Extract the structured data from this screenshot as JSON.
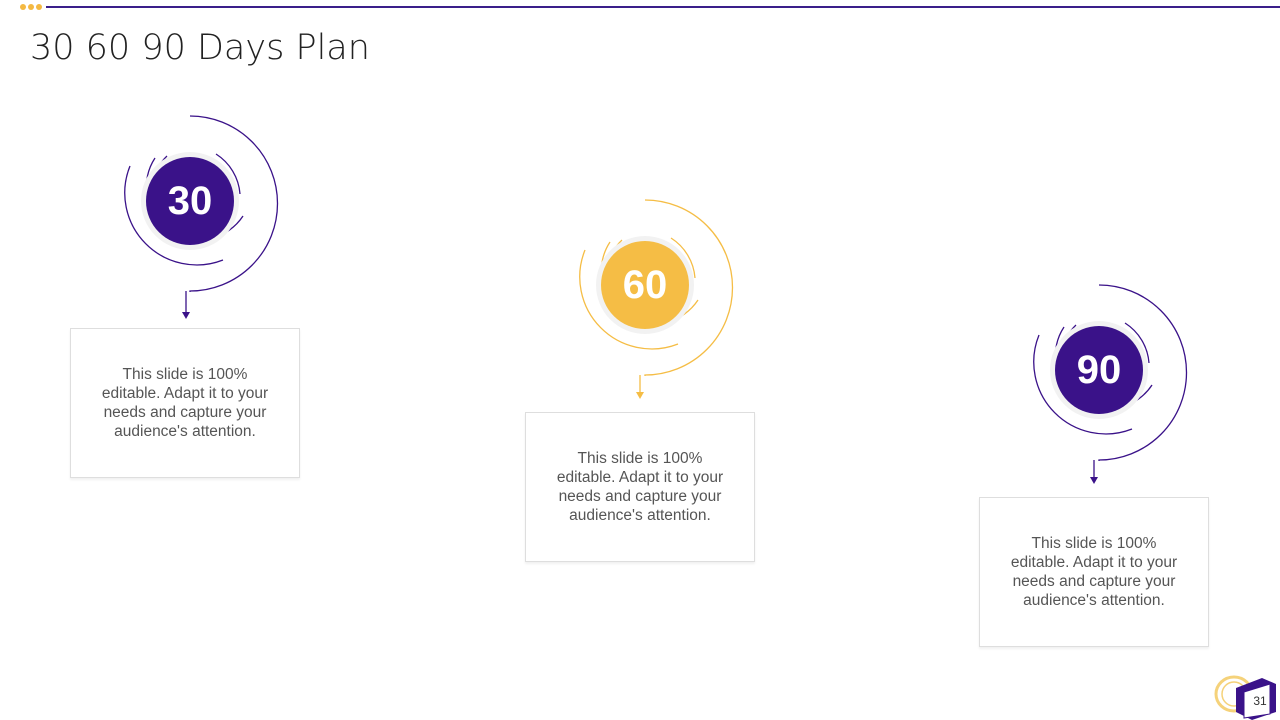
{
  "slide": {
    "title": "30 60 90 Days Plan",
    "page_number": "31"
  },
  "colors": {
    "accent_purple": "#3a1289",
    "accent_gold": "#f5bd45",
    "line_purple": "#3a1f8a"
  },
  "milestones": [
    {
      "number": "30",
      "color": "purple",
      "text": "This slide is 100% editable. Adapt it to your needs and capture your audience's attention."
    },
    {
      "number": "60",
      "color": "gold",
      "text": "This slide is 100% editable. Adapt it to your needs and capture your audience's attention."
    },
    {
      "number": "90",
      "color": "purple",
      "text": "This slide is 100% editable. Adapt it to your needs and capture your audience's attention."
    }
  ]
}
